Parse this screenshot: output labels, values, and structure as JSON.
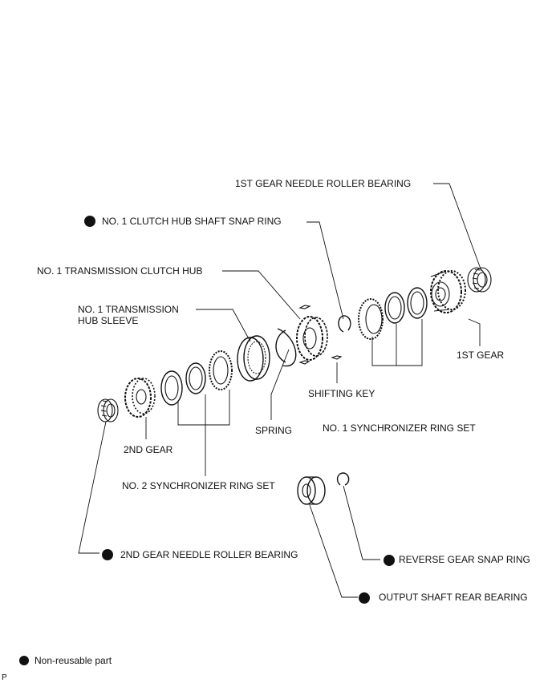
{
  "labels": {
    "bearing_1st": "1ST GEAR NEEDLE ROLLER BEARING",
    "snap_ring_hub": "NO. 1 CLUTCH HUB SHAFT SNAP RING",
    "clutch_hub": "NO. 1 TRANSMISSION CLUTCH HUB",
    "hub_sleeve_line1": "NO. 1 TRANSMISSION",
    "hub_sleeve_line2": "HUB SLEEVE",
    "gear_1st": "1ST GEAR",
    "shifting_key": "SHIFTING KEY",
    "spring": "SPRING",
    "sync_ring_1": "NO. 1 SYNCHRONIZER RING SET",
    "gear_2nd": "2ND GEAR",
    "sync_ring_2": "NO. 2 SYNCHRONIZER RING SET",
    "bearing_2nd": "2ND GEAR NEEDLE ROLLER BEARING",
    "reverse_snap": "REVERSE GEAR SNAP RING",
    "output_bearing": "OUTPUT SHAFT REAR BEARING"
  },
  "legend": {
    "text": "Non-reusable part"
  },
  "corner_mark": "P"
}
